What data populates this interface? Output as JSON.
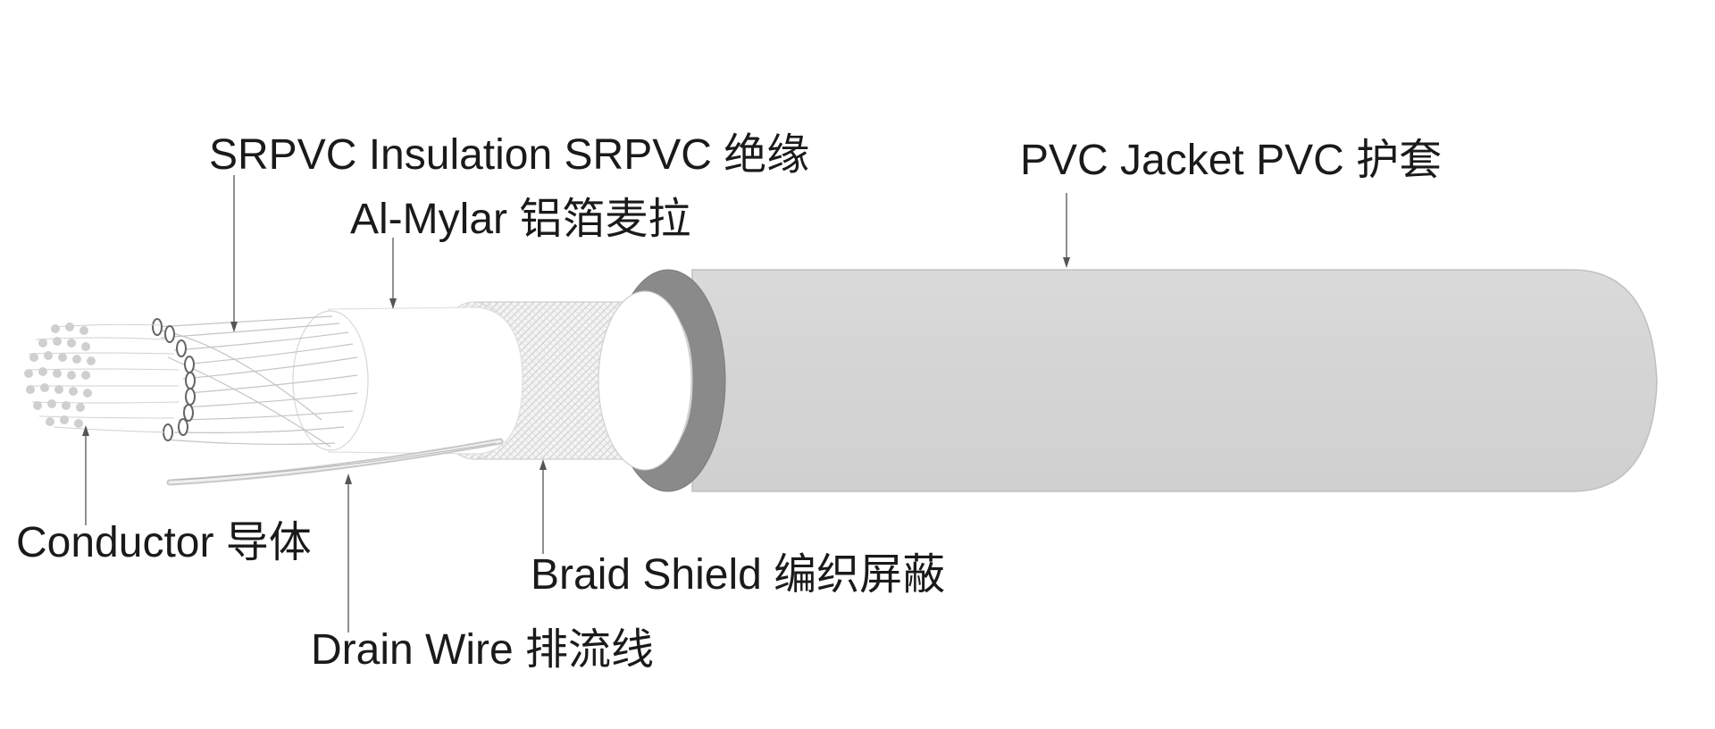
{
  "labels": {
    "insulation": "SRPVC Insulation  SRPVC  绝缘",
    "mylar": "Al-Mylar  铝箔麦拉",
    "jacket": "PVC Jacket  PVC  护套",
    "conductor": "Conductor  导体",
    "braid": "Braid Shield  编织屏蔽",
    "drain": "Drain Wire  排流线"
  },
  "colors": {
    "jacket_fill": "#d6d6d6",
    "jacket_ring": "#8a8a8a",
    "braid_fill": "#f2f2f2",
    "line": "#555555",
    "strand": "#c4c4c4"
  }
}
